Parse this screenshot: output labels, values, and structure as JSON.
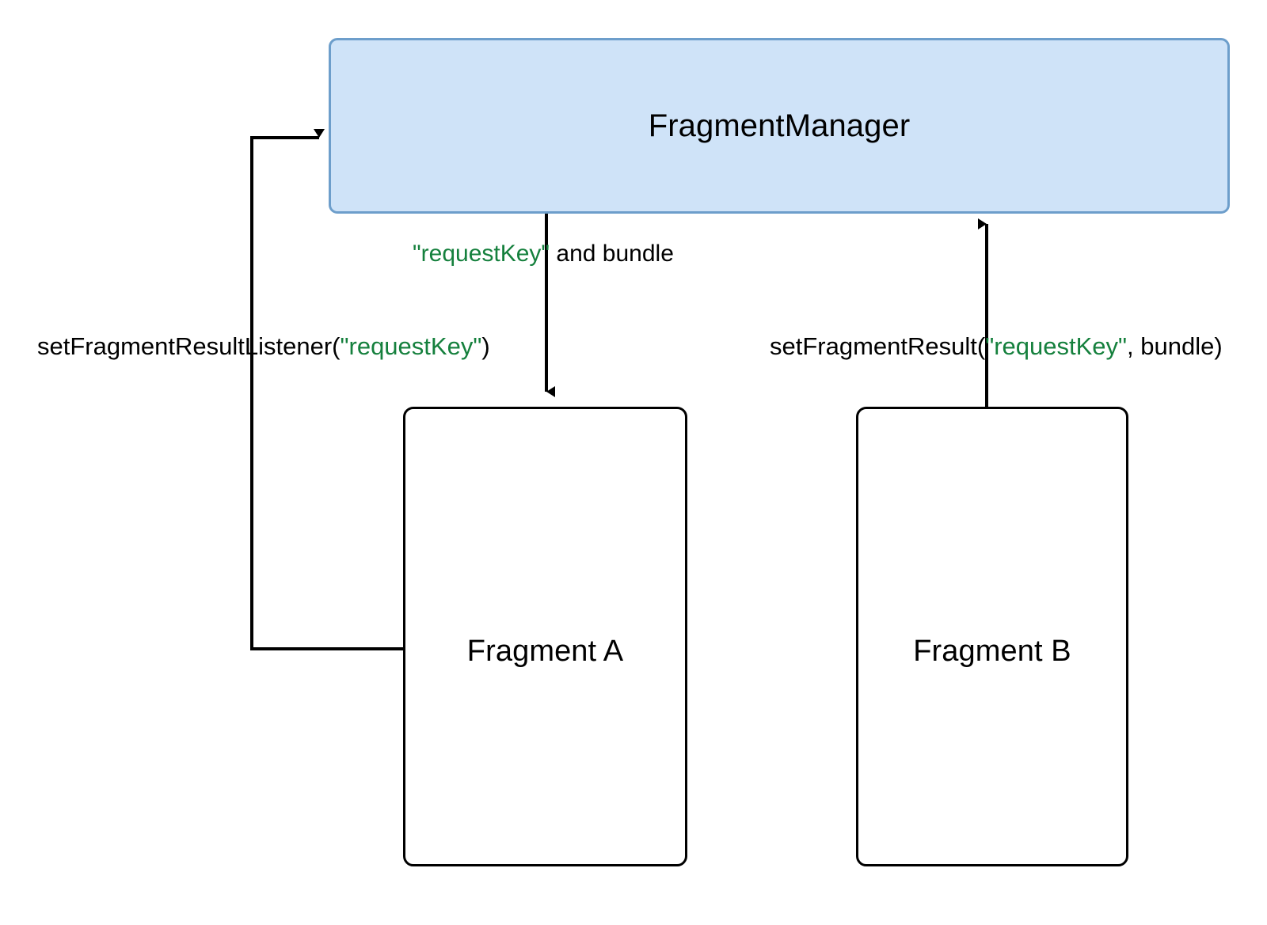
{
  "diagram": {
    "title": "Fragment result API flow",
    "colors": {
      "manager_fill": "#cfe3f8",
      "manager_border": "#6d9ecb",
      "node_border": "#000000",
      "node_fill": "#ffffff",
      "keyword_green": "#15803d",
      "text": "#000000",
      "background": "#ffffff"
    },
    "nodes": [
      {
        "id": "fragment-manager",
        "label": "FragmentManager"
      },
      {
        "id": "fragment-a",
        "label": "Fragment A"
      },
      {
        "id": "fragment-b",
        "label": "Fragment B"
      }
    ],
    "edges": [
      {
        "id": "manager-to-fragment-a",
        "from": "fragment-manager",
        "to": "fragment-a",
        "direction": "down",
        "label_parts": [
          {
            "text": "\"requestKey\"",
            "style": "keyword"
          },
          {
            "text": " and bundle",
            "style": "plain"
          }
        ]
      },
      {
        "id": "fragment-a-to-manager",
        "from": "fragment-a",
        "to": "fragment-manager",
        "direction": "left-up-right",
        "label_parts": [
          {
            "text": "setFragmentResultListener(",
            "style": "plain"
          },
          {
            "text": "\"requestKey\"",
            "style": "keyword"
          },
          {
            "text": ")",
            "style": "plain"
          }
        ]
      },
      {
        "id": "fragment-b-to-manager",
        "from": "fragment-b",
        "to": "fragment-manager",
        "direction": "up",
        "label_parts": [
          {
            "text": "setFragmentResult(",
            "style": "plain"
          },
          {
            "text": "\"requestKey\"",
            "style": "keyword"
          },
          {
            "text": ", bundle)",
            "style": "plain"
          }
        ]
      }
    ],
    "labels": {
      "manager": "FragmentManager",
      "fragment_a": "Fragment A",
      "fragment_b": "Fragment B",
      "result_key_plain": " and bundle",
      "result_key_green": "\"requestKey\"",
      "listener_prefix": "setFragmentResultListener(",
      "listener_key": "\"requestKey\"",
      "listener_suffix": ")",
      "set_result_prefix": "setFragmentResult(",
      "set_result_key": "\"requestKey\"",
      "set_result_suffix": ", bundle)"
    }
  }
}
